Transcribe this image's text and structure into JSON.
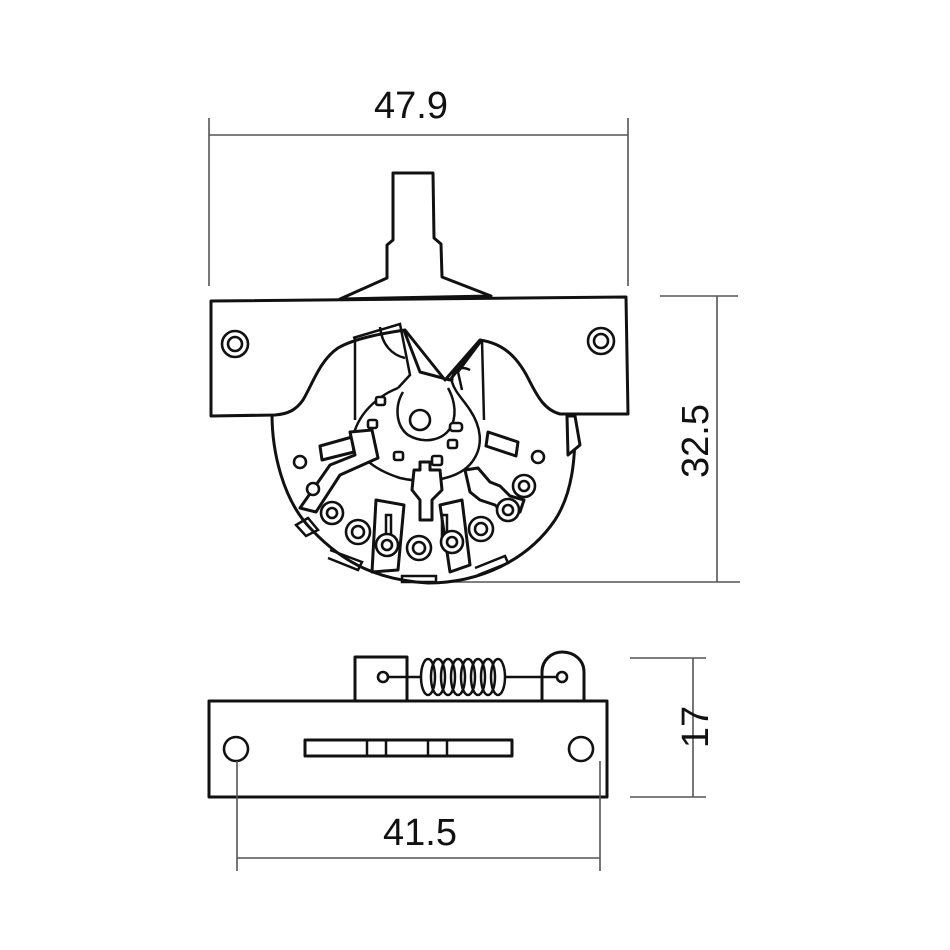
{
  "drawing": {
    "title": "3-way pickup selector switch dimension drawing",
    "units": "mm",
    "colors": {
      "line": "#111111",
      "dimension_line": "#555555",
      "background": "#ffffff"
    }
  },
  "dimensions": {
    "top_width": "47.9",
    "top_height": "32.5",
    "bottom_height": "17",
    "mounting_hole_spacing": "41.5"
  },
  "views": [
    {
      "name": "front-view",
      "features": [
        "lever",
        "mounting-plate",
        "mounting-hole-left",
        "mounting-hole-right",
        "wafer",
        "contacts",
        "solder-lugs"
      ]
    },
    {
      "name": "bottom-view",
      "features": [
        "base-plate",
        "lever-slot",
        "detent-spring",
        "mounting-hole-left",
        "mounting-hole-right"
      ]
    }
  ]
}
